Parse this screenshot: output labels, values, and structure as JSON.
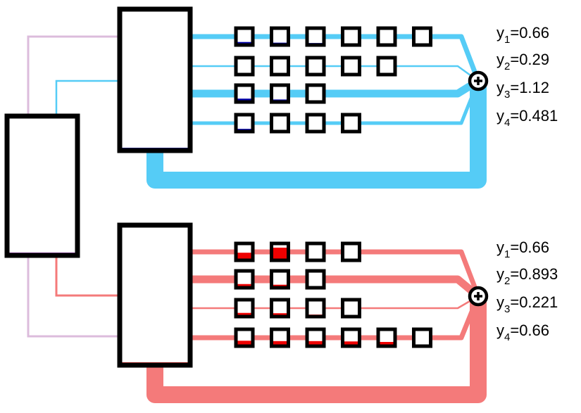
{
  "colors": {
    "blue_wire": "#55ccf6",
    "blue_fill": "#0000aa",
    "red_wire": "#f47a7a",
    "red_fill": "#ee0000",
    "purple_wire": "#dcbcdc",
    "purple_fill": "#8800aa",
    "frame": "#000000"
  },
  "icons": {
    "sum": "plus-circle-icon"
  },
  "root": {
    "fill_level": 0.02
  },
  "branches": [
    {
      "id": "blue",
      "container_fill": 0.02,
      "rows": [
        {
          "label_var": "y",
          "label_sub": "1",
          "label_value": "=0.66",
          "wire_weight": 3,
          "cells": [
            0.18,
            0.14,
            0.12,
            0.1,
            0.08,
            0.08
          ]
        },
        {
          "label_var": "y",
          "label_sub": "2",
          "label_value": "=0.29",
          "wire_weight": 1,
          "cells": [
            0,
            0,
            0,
            0,
            0
          ]
        },
        {
          "label_var": "y",
          "label_sub": "3",
          "label_value": "=1.12",
          "wire_weight": 5,
          "cells": [
            0.2,
            0.15,
            0.08
          ]
        },
        {
          "label_var": "y",
          "label_sub": "4",
          "label_value": "=0.481",
          "wire_weight": 2,
          "cells": [
            0.16,
            0,
            0,
            0
          ]
        }
      ],
      "loop_weight": 7
    },
    {
      "id": "red",
      "container_fill": 0.02,
      "rows": [
        {
          "label_var": "y",
          "label_sub": "1",
          "label_value": "=0.66",
          "wire_weight": 3,
          "cells": [
            0.45,
            0.75,
            0.05,
            0.05
          ]
        },
        {
          "label_var": "y",
          "label_sub": "2",
          "label_value": "=0.893",
          "wire_weight": 5,
          "cells": [
            0.22,
            0.18,
            0.05
          ]
        },
        {
          "label_var": "y",
          "label_sub": "3",
          "label_value": "=0.221",
          "wire_weight": 1,
          "cells": [
            0.22,
            0.2,
            0.12,
            0.05
          ]
        },
        {
          "label_var": "y",
          "label_sub": "4",
          "label_value": "=0.66",
          "wire_weight": 3,
          "cells": [
            0.32,
            0.3,
            0.3,
            0.28,
            0.25,
            0.1
          ]
        }
      ],
      "loop_weight": 7
    }
  ]
}
